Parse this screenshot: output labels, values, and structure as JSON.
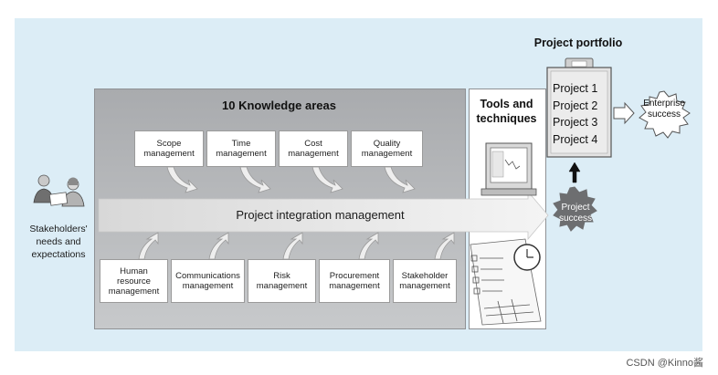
{
  "knowledge_areas_title": "10 Knowledge areas",
  "top_areas": [
    "Scope\nmanagement",
    "Time\nmanagement",
    "Cost\nmanagement",
    "Quality\nmanagement"
  ],
  "bottom_areas": [
    "Human\nresource\nmanagement",
    "Communications\nmanagement",
    "Risk\nmanagement",
    "Procurement\nmanagement",
    "Stakeholder\nmanagement"
  ],
  "integration_label": "Project integration management",
  "tools_title": "Tools and\ntechniques",
  "stakeholders_label": "Stakeholders'\nneeds and\nexpectations",
  "portfolio_title": "Project portfolio",
  "projects": [
    "Project 1",
    "Project 2",
    "Project 3",
    "Project 4"
  ],
  "project_success": "Project\nsuccess",
  "enterprise_success": "Enterprise\nsuccess",
  "watermark": "CSDN @Kinno酱",
  "colors": {
    "background": "#dcedf6",
    "panel_gray": "#b5b7b9",
    "burst_gray": "#6d6e70",
    "arrow_light": "#eeeeee"
  }
}
